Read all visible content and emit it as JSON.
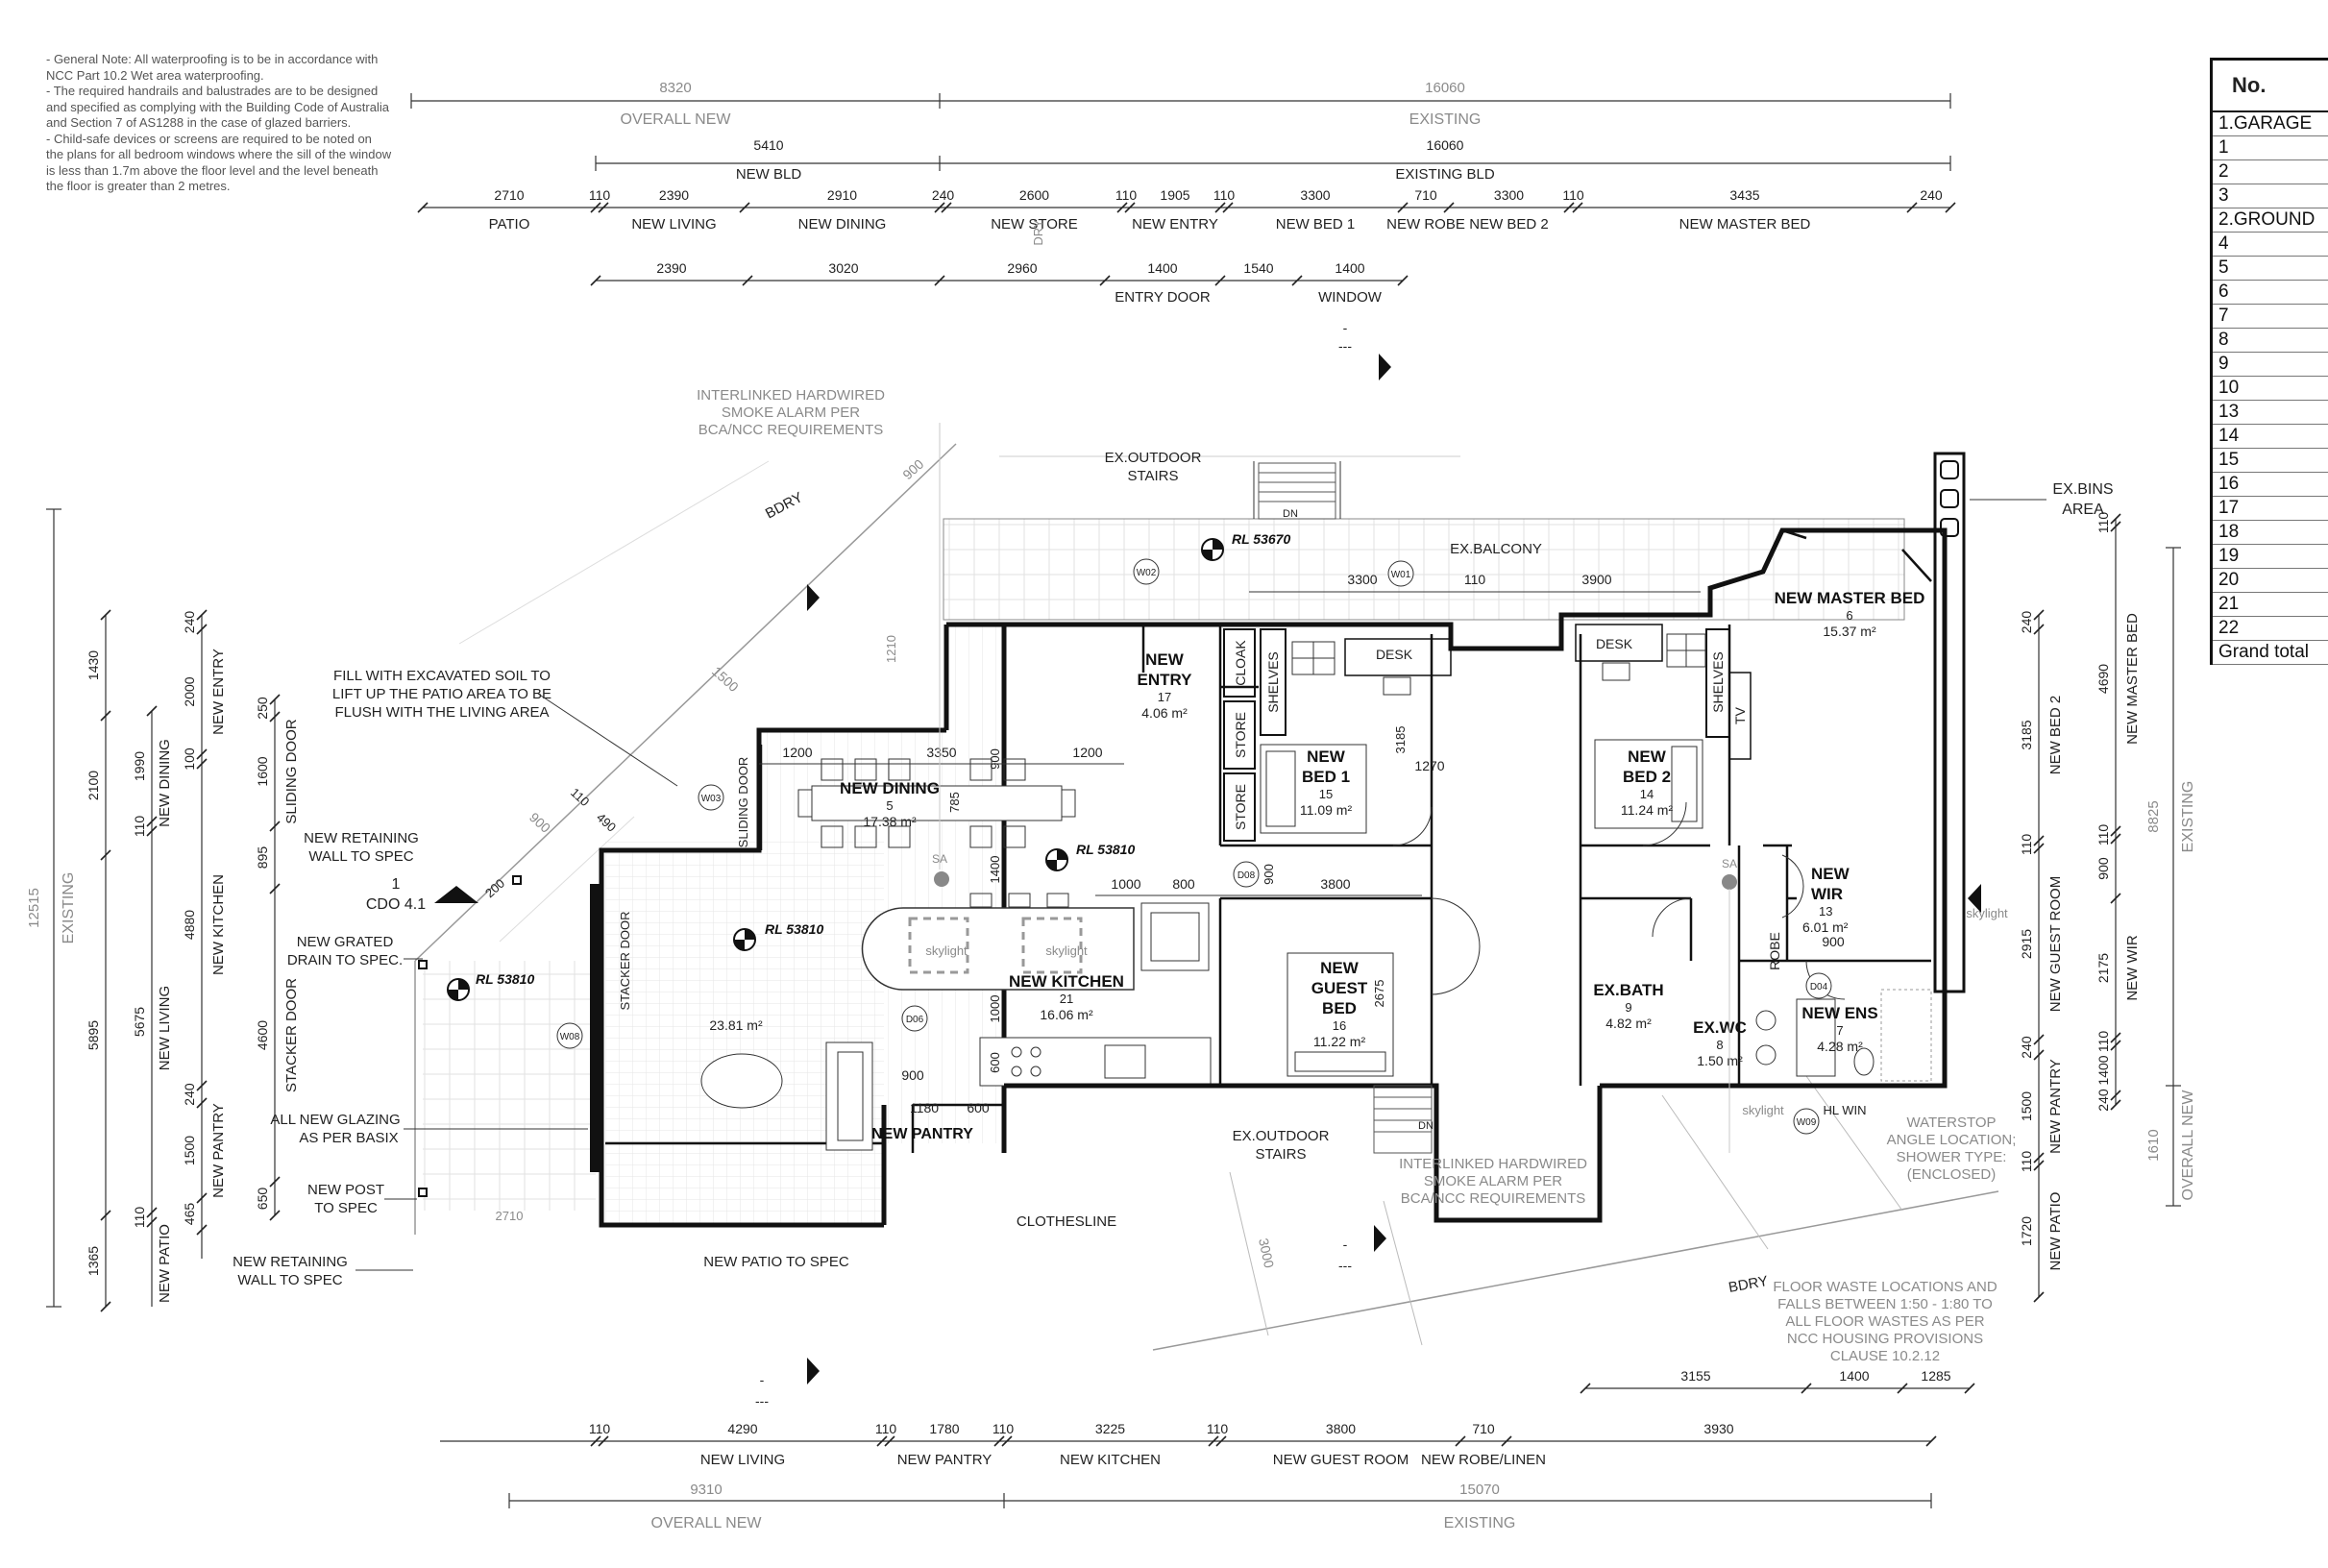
{
  "notes": [
    "- General Note: All waterproofing is to be in accordance with NCC Part 10.2 Wet area waterproofing.",
    "- The required handrails and balustrades are to be designed and specified as complying with the Building Code of Australia and Section 7 of AS1288 in the case of glazed barriers.",
    "- Child-safe devices or screens are required to be noted on the plans for all bedroom windows where the sill of the window is less than 1.7m above the floor level and the level beneath the floor is greater than 2 metres."
  ],
  "top_dims": {
    "row1": {
      "v1": "8320",
      "v2": "16060",
      "l1": "OVERALL NEW",
      "l2": "EXISTING"
    },
    "row2": {
      "v1": "5410",
      "v2": "16060",
      "l1": "NEW BLD",
      "l2": "EXISTING BLD"
    },
    "row3": [
      {
        "v": "2710",
        "l": "PATIO"
      },
      {
        "v": "110",
        "l": ""
      },
      {
        "v": "2390",
        "l": "NEW LIVING"
      },
      {
        "v": "2910",
        "l": "NEW DINING"
      },
      {
        "v": "240",
        "l": ""
      },
      {
        "v": "2600",
        "l": "NEW STORE"
      },
      {
        "v": "110",
        "l": ""
      },
      {
        "v": "1905",
        "l": "NEW ENTRY"
      },
      {
        "v": "110",
        "l": ""
      },
      {
        "v": "3300",
        "l": "NEW BED 1"
      },
      {
        "v": "710",
        "l": "NEW ROBE"
      },
      {
        "v": "3300",
        "l": "NEW BED 2"
      },
      {
        "v": "110",
        "l": ""
      },
      {
        "v": "3435",
        "l": "NEW MASTER BED"
      },
      {
        "v": "240",
        "l": ""
      }
    ],
    "row4": [
      {
        "v": "2390",
        "l": ""
      },
      {
        "v": "3020",
        "l": ""
      },
      {
        "v": "2960",
        "l": ""
      },
      {
        "v": "1400",
        "l": "ENTRY DOOR"
      },
      {
        "v": "1540",
        "l": ""
      },
      {
        "v": "1400",
        "l": "WINDOW"
      }
    ]
  },
  "bottom_dims": {
    "row1": [
      {
        "v": "110",
        "l": ""
      },
      {
        "v": "4290",
        "l": "NEW LIVING"
      },
      {
        "v": "110",
        "l": ""
      },
      {
        "v": "1780",
        "l": "NEW PANTRY"
      },
      {
        "v": "110",
        "l": ""
      },
      {
        "v": "3225",
        "l": "NEW KITCHEN"
      },
      {
        "v": "110",
        "l": ""
      },
      {
        "v": "3800",
        "l": "NEW GUEST ROOM"
      },
      {
        "v": "710",
        "l": "NEW ROBE/LINEN"
      },
      {
        "v": "3930",
        "l": ""
      }
    ],
    "row2": {
      "v1": "9310",
      "v2": "15070",
      "l1": "OVERALL NEW",
      "l2": "EXISTING"
    },
    "extra": [
      "3155",
      "1400",
      "1285"
    ]
  },
  "left_dims": {
    "overall": {
      "v": "12515",
      "l": "EXISTING"
    },
    "col1": [
      "1430",
      "2100",
      "5895",
      "1365"
    ],
    "col2": [
      "1990",
      "110",
      "5675",
      "110"
    ],
    "col3": [
      {
        "v": "240",
        "l": ""
      },
      {
        "v": "2000",
        "l": "NEW ENTRY"
      },
      {
        "v": "100",
        "l": ""
      },
      {
        "v": "4880",
        "l": "NEW KITCHEN"
      },
      {
        "v": "240",
        "l": ""
      },
      {
        "v": "1500",
        "l": "NEW PANTRY"
      },
      {
        "v": "465",
        "l": ""
      }
    ],
    "col4": [
      {
        "v": "250",
        "l": ""
      },
      {
        "v": "1600",
        "l": "SLIDING DOOR"
      },
      {
        "v": "895",
        "l": ""
      },
      {
        "v": "4600",
        "l": "STACKER DOOR"
      },
      {
        "v": "650",
        "l": ""
      }
    ],
    "labels": {
      "dining": "NEW DINING",
      "living": "NEW LIVING",
      "patio": "NEW PATIO"
    }
  },
  "right_dims": {
    "col1": [
      {
        "v": "240",
        "l": ""
      },
      {
        "v": "3185",
        "l": "NEW BED 2"
      },
      {
        "v": "110",
        "l": ""
      },
      {
        "v": "2915",
        "l": "NEW GUEST ROOM"
      },
      {
        "v": "240",
        "l": ""
      },
      {
        "v": "1500",
        "l": "NEW PANTRY"
      },
      {
        "v": "110",
        "l": ""
      },
      {
        "v": "1720",
        "l": "NEW PATIO"
      }
    ],
    "col2": [
      {
        "v": "110",
        "l": ""
      },
      {
        "v": "4690",
        "l": "NEW MASTER BED"
      },
      {
        "v": "110",
        "l": ""
      },
      {
        "v": "900",
        "l": ""
      },
      {
        "v": "2175",
        "l": "NEW WIR"
      },
      {
        "v": "110",
        "l": ""
      },
      {
        "v": "1400",
        "l": ""
      },
      {
        "v": "240",
        "l": ""
      }
    ],
    "col3": [
      {
        "v": "8825",
        "l": "EXISTING"
      },
      {
        "v": "1610",
        "l": "OVERALL NEW"
      }
    ]
  },
  "rooms": [
    {
      "name": "NEW DINING",
      "num": "5",
      "area": "17.38 m²"
    },
    {
      "name": "NEW ENTRY",
      "num": "17",
      "area": "4.06 m²"
    },
    {
      "name": "NEW BED 1",
      "num": "15",
      "area": "11.09 m²"
    },
    {
      "name": "NEW BED 2",
      "num": "14",
      "area": "11.24 m²"
    },
    {
      "name": "NEW MASTER BED",
      "num": "6",
      "area": "15.37 m²"
    },
    {
      "name": "NEW KITCHEN",
      "num": "21",
      "area": "16.06 m²"
    },
    {
      "name": "NEW GUEST BED",
      "num": "16",
      "area": "11.22 m²"
    },
    {
      "name": "EX.BATH",
      "num": "9",
      "area": "4.82 m²"
    },
    {
      "name": "EX.WC",
      "num": "8",
      "area": "1.50 m²"
    },
    {
      "name": "NEW ENS",
      "num": "7",
      "area": "4.28 m²"
    },
    {
      "name": "NEW WIR",
      "num": "13",
      "area": "6.01 m²"
    },
    {
      "living_area": "23.81 m²"
    }
  ],
  "labels": {
    "smoke_top": "INTERLINKED HARDWIRED SMOKE ALARM PER BCA/NCC REQUIREMENTS",
    "smoke_bot": "INTERLINKED HARDWIRED SMOKE ALARM PER BCA/NCC REQUIREMENTS",
    "ex_outdoor_stairs": "EX.OUTDOOR STAIRS",
    "ex_balcony": "EX.BALCONY",
    "ex_bins": "EX.BINS AREA",
    "fill": "FILL WITH EXCAVATED SOIL TO LIFT UP THE PATIO AREA TO BE FLUSH WITH THE LIVING AREA",
    "retaining_top": "NEW RETAINING WALL TO SPEC",
    "cdo": "CDO 4.1",
    "cdo_num": "1",
    "grated": "NEW GRATED DRAIN TO SPEC.",
    "glazing": "ALL NEW GLAZING AS PER BASIX",
    "post": "NEW POST TO SPEC",
    "retaining_bot": "NEW RETAINING WALL TO SPEC",
    "patio": "NEW PATIO TO SPEC",
    "clothesline": "CLOTHESLINE",
    "waterstop": "WATERSTOP ANGLE LOCATION; SHOWER TYPE: (ENCLOSED)",
    "floorwaste": "FLOOR WASTE LOCATIONS AND FALLS BETWEEN 1:50 - 1:80 TO ALL FLOOR WASTES AS PER NCC HOUSING PROVISIONS CLAUSE 10.2.12",
    "bdry": "BDRY",
    "dry": "DRY",
    "dn": "DN",
    "rl1": "RL 53670",
    "rl2": "RL 53810",
    "rl3": "RL 53810",
    "rl4": "RL 53810",
    "stacker": "STACKER DOOR",
    "sliding": "SLIDING DOOR",
    "desk": "DESK",
    "shelves": "SHELVES",
    "cloak": "CLOAK",
    "store": "STORE",
    "robe": "ROBE",
    "tv": "TV",
    "skylight": "skylight",
    "hlwin": "HL WIN",
    "sa": "SA",
    "new_pantry_partial": "NEW PANTRY",
    "dash": "-",
    "dash3": "---",
    "plan_dims": {
      "d3300": "3300",
      "d110": "110",
      "d3900": "3900",
      "d1200a": "1200",
      "d3350": "3350",
      "d1200b": "1200",
      "d785": "785",
      "d1400": "1400",
      "d1000a": "1000",
      "d800": "800",
      "d3800": "3800",
      "d900a": "900",
      "d1000b": "1000",
      "d900b": "900",
      "d1180": "1180",
      "d600a": "600",
      "d600b": "600",
      "d3185": "3185",
      "d1270": "1270",
      "d2675": "2675",
      "d900c": "900",
      "d1500": "1500",
      "d1210": "1210",
      "d110b": "110",
      "d490": "490",
      "d900d": "900",
      "d200": "200",
      "d2710": "2710",
      "d3000": "3000",
      "d900e": "900"
    },
    "tags": {
      "w01": "W01",
      "w02": "W02",
      "w03": "W03",
      "w08": "W08",
      "w09": "W09",
      "d06": "D06",
      "d08": "D08",
      "d04": "D04"
    }
  },
  "schedule": {
    "header": "No.",
    "rows": [
      "1.GARAGE",
      "1",
      "2",
      "3",
      "2.GROUND",
      "4",
      "5",
      "6",
      "7",
      "8",
      "9",
      "10",
      "13",
      "14",
      "15",
      "16",
      "17",
      "18",
      "19",
      "20",
      "21",
      "22",
      "Grand total"
    ]
  }
}
